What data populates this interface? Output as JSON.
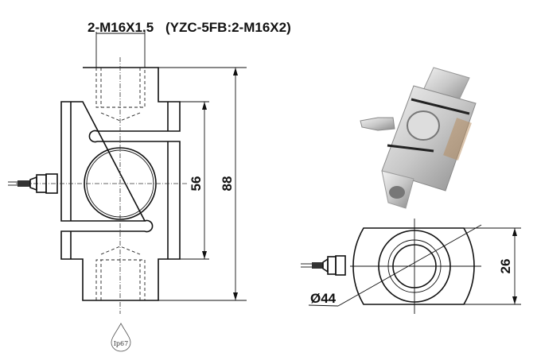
{
  "labels": {
    "thread": "2-M16X1.5",
    "variant_note": "(YZC-5FB:2-M16X2)",
    "dim_height_total": "88",
    "dim_height_inner": "56",
    "dim_width": "26",
    "dim_diameter": "Ø44",
    "protection_rating": "Ip67"
  }
}
